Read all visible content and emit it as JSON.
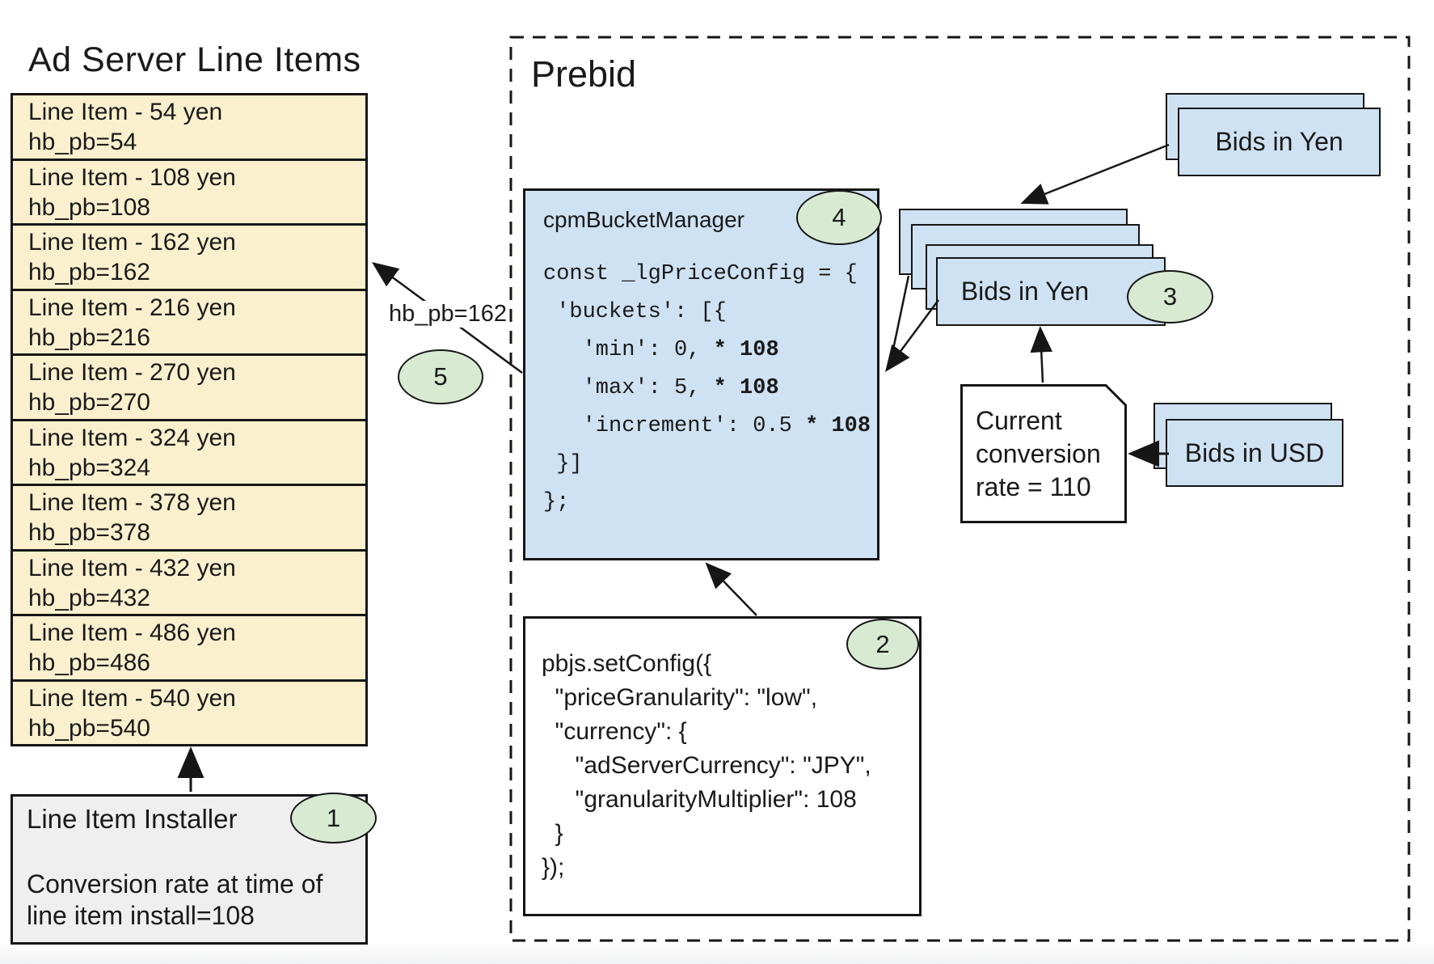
{
  "title": "Ad Server Line Items",
  "colors": {
    "box_blue": "#cfe2f3",
    "box_yellow": "#fbf0ce",
    "box_gray": "#efefef",
    "badge_green": "#d9ead3",
    "border": "#161616"
  },
  "line_items": [
    {
      "label": "Line Item - 54 yen",
      "key": "hb_pb=54"
    },
    {
      "label": "Line Item - 108 yen",
      "key": "hb_pb=108"
    },
    {
      "label": "Line Item - 162 yen",
      "key": "hb_pb=162"
    },
    {
      "label": "Line Item - 216 yen",
      "key": "hb_pb=216"
    },
    {
      "label": "Line Item - 270 yen",
      "key": "hb_pb=270"
    },
    {
      "label": "Line Item - 324 yen",
      "key": "hb_pb=324"
    },
    {
      "label": "Line Item - 378 yen",
      "key": "hb_pb=378"
    },
    {
      "label": "Line Item - 432 yen",
      "key": "hb_pb=432"
    },
    {
      "label": "Line Item - 486 yen",
      "key": "hb_pb=486"
    },
    {
      "label": "Line Item - 540 yen",
      "key": "hb_pb=540"
    }
  ],
  "installer": {
    "title": "Line Item Installer",
    "badge": "1",
    "body_lines": [
      "Conversion rate at time of",
      "line item install=108"
    ]
  },
  "prebid": {
    "label": "Prebid"
  },
  "cpm_bucket_manager": {
    "title": "cpmBucketManager",
    "badge": "4",
    "code": [
      [
        {
          "t": "const _lgPriceConfig = {"
        }
      ],
      [
        {
          "t": " 'buckets': [{"
        }
      ],
      [
        {
          "t": "   'min': 0, "
        },
        {
          "t": "* 108",
          "b": true
        }
      ],
      [
        {
          "t": "   'max': 5, "
        },
        {
          "t": "* 108",
          "b": true
        }
      ],
      [
        {
          "t": "   'increment': 0.5 "
        },
        {
          "t": "* 108",
          "b": true
        }
      ],
      [
        {
          "t": " }]"
        }
      ],
      [
        {
          "t": "};"
        }
      ]
    ]
  },
  "set_config": {
    "badge": "2",
    "code_lines": [
      "pbjs.setConfig({",
      "  \"priceGranularity\": \"low\",",
      "  \"currency\": {",
      "     \"adServerCurrency\": \"JPY\",",
      "     \"granularityMultiplier\": 108",
      "  }",
      "});"
    ]
  },
  "bids_in_yen_top": {
    "label": "Bids in Yen"
  },
  "bids_in_yen_stack": {
    "label": "Bids in Yen",
    "badge": "3"
  },
  "conversion_note": {
    "lines": [
      "Current",
      "conversion",
      "rate = 110"
    ]
  },
  "bids_in_usd": {
    "label": "Bids in USD"
  },
  "hb_arrow": {
    "label": "hb_pb=162",
    "badge": "5"
  }
}
